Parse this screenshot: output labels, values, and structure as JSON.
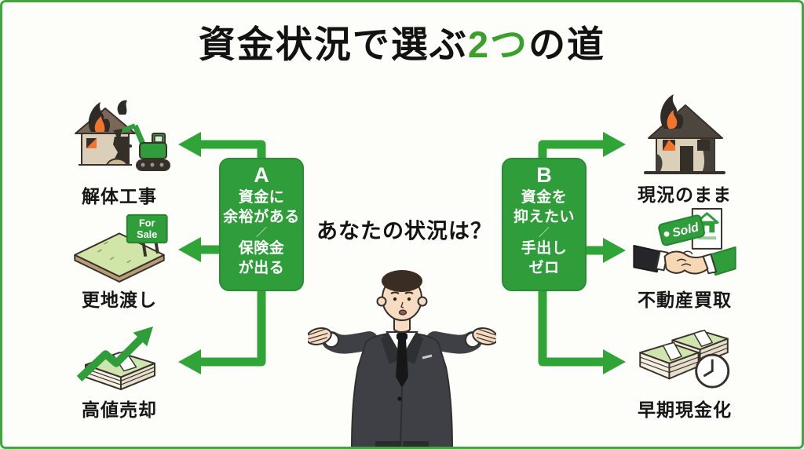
{
  "title": {
    "part1": "資金状況で選ぶ",
    "highlight": "2つ",
    "part2": "の道"
  },
  "question": "あなたの状況は？",
  "branch_a": {
    "letter": "A",
    "line1": "資金に",
    "line2": "余裕がある",
    "separator": "／",
    "line3": "保険金",
    "line4": "が出る"
  },
  "branch_b": {
    "letter": "B",
    "line1": "資金を",
    "line2": "抑えたい",
    "separator": "／",
    "line3": "手出し",
    "line4": "ゼロ"
  },
  "left_options": [
    {
      "label": "解体工事",
      "icon": "demolition-icon"
    },
    {
      "label": "更地渡し",
      "icon": "vacant-land-icon",
      "sign_line1": "For",
      "sign_line2": "Sale"
    },
    {
      "label": "高値売却",
      "icon": "money-growth-icon"
    }
  ],
  "right_options": [
    {
      "label": "現況のまま",
      "icon": "burnt-house-icon"
    },
    {
      "label": "不動産買取",
      "icon": "handshake-sold-icon",
      "tag_text": "Sold"
    },
    {
      "label": "早期現金化",
      "icon": "cash-clock-icon"
    }
  ],
  "colors": {
    "brand_green": "#2f9e3a",
    "arrow_green": "#30a437",
    "title_highlight_green": "#3aa02c",
    "frame_green": "#3fa73c",
    "title_text": "#121212",
    "box_text": "#ffffff",
    "background": "#fdfdfa"
  }
}
